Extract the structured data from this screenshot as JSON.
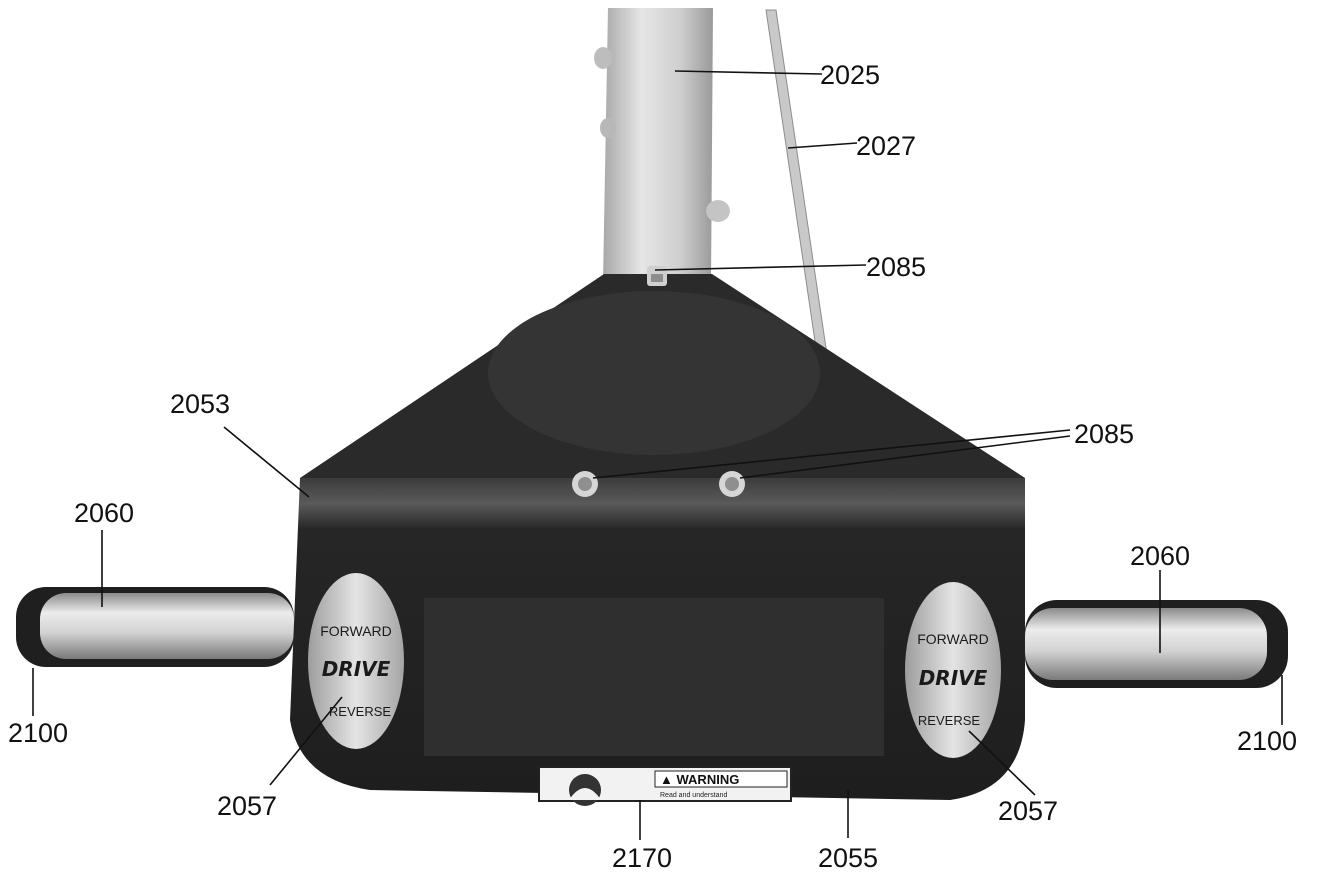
{
  "figure": {
    "colors": {
      "housing": "#262626",
      "housing_highlight": "#3a3a3a",
      "shaft": "#d4d4d4",
      "grip": "#1c1c1c",
      "grip_chrome": "#cfcfcf",
      "decal_bg": "#c8c8c8",
      "redaction": "#2b2b2b",
      "lines": "#111111"
    },
    "decals": {
      "left": {
        "top_label": "FORWARD",
        "middle_label": "DRIVE",
        "bottom_label": "REVERSE"
      },
      "right": {
        "top_label": "FORWARD",
        "middle_label": "DRIVE",
        "bottom_label": "REVERSE"
      }
    },
    "warning_label": {
      "title": "WARNING",
      "body": "Read and understand"
    },
    "reference_numerals": {
      "upper_tube": "2025",
      "control_rod": "2027",
      "top_fastener": "2085",
      "lower_fasteners": "2085",
      "housing_edge": "2053",
      "left_grip": "2060",
      "right_grip": "2060",
      "left_end_cap": "2100",
      "right_end_cap": "2100",
      "left_decal": "2057",
      "right_decal": "2057",
      "warning_decal": "2170",
      "housing_bottom": "2055"
    }
  }
}
